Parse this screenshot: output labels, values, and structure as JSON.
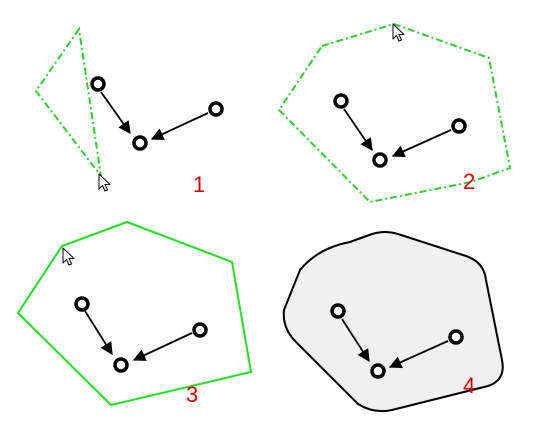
{
  "diagram": {
    "description_labels": [
      "1",
      "2",
      "3",
      "4"
    ],
    "colors": {
      "dashed_outline": "#2fcf2f",
      "solid_outline": "#22e022",
      "final_outline": "#000000",
      "final_fill": "#f0f0f0",
      "label": "#e00000",
      "node": "#000000"
    },
    "icons": [
      "pointer-cursor-icon"
    ],
    "panels": [
      {
        "label": "1",
        "shape": "dashed-triangle",
        "cursor_visible": true
      },
      {
        "label": "2",
        "shape": "dashed-polygon",
        "cursor_visible": true
      },
      {
        "label": "3",
        "shape": "solid-polygon",
        "cursor_visible": true
      },
      {
        "label": "4",
        "shape": "filled-rounded-polygon",
        "cursor_visible": false
      }
    ]
  }
}
